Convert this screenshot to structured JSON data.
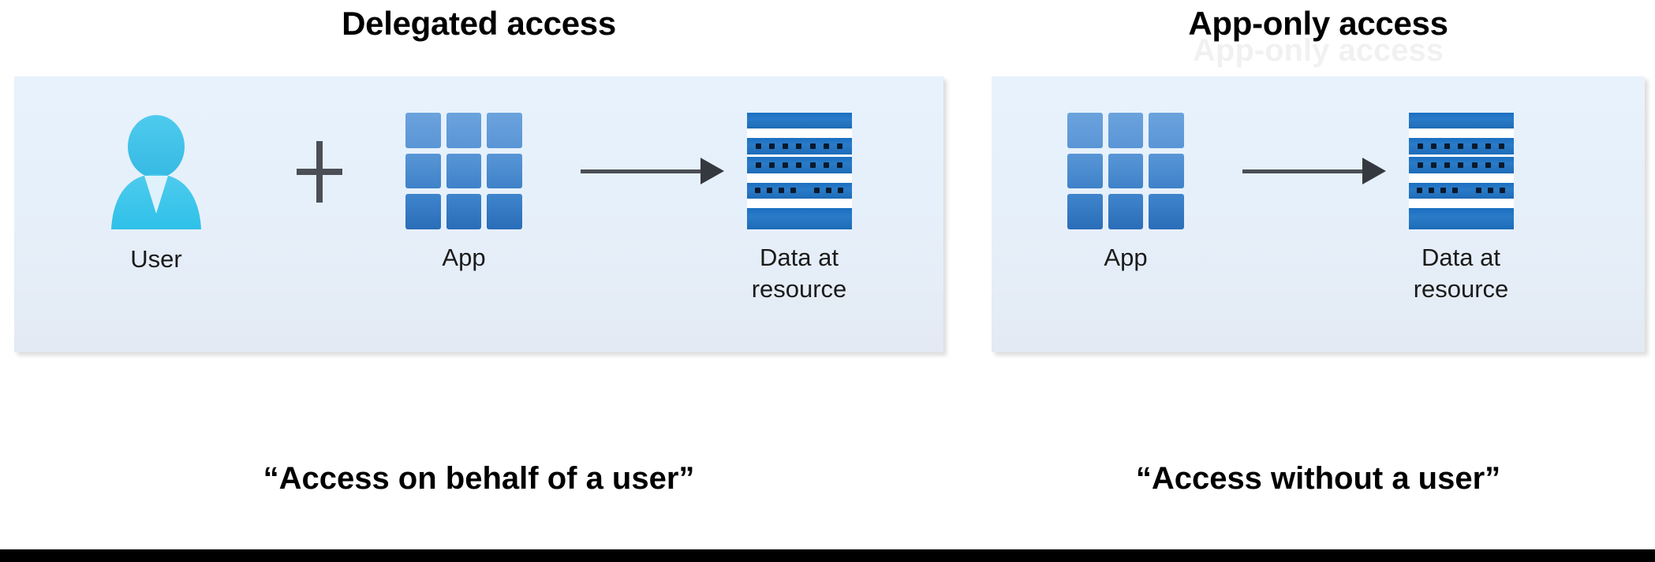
{
  "figure": {
    "bottom_bar_color": "#000000",
    "background_color": "#ffffff"
  },
  "columns": [
    {
      "id": "delegated",
      "title": "Delegated access",
      "caption": "“Access on behalf of a user”",
      "panel_color": "#e6f0fa",
      "nodes": [
        {
          "id": "user",
          "icon": "user-icon",
          "label": "User"
        },
        {
          "id": "app",
          "icon": "app-grid-icon",
          "label": "App"
        },
        {
          "id": "data",
          "icon": "data-rack-icon",
          "label": "Data at\nresource"
        }
      ],
      "connectors": [
        {
          "id": "plus",
          "icon": "plus-icon",
          "symbol": "+",
          "between": [
            "user",
            "app"
          ]
        },
        {
          "id": "arrow",
          "icon": "arrow-right-icon",
          "symbol": "→",
          "between": [
            "app",
            "data"
          ]
        }
      ]
    },
    {
      "id": "app-only",
      "title": "App-only access",
      "caption": "“Access without a user”",
      "panel_color": "#e0ecf9",
      "nodes": [
        {
          "id": "app",
          "icon": "app-grid-icon",
          "label": "App"
        },
        {
          "id": "data",
          "icon": "data-rack-icon",
          "label": "Data at\nresource"
        }
      ],
      "connectors": [
        {
          "id": "arrow",
          "icon": "arrow-right-icon",
          "symbol": "→",
          "between": [
            "app",
            "data"
          ]
        }
      ]
    }
  ],
  "colors": {
    "user_icon": "#41c1e8",
    "user_collar": "#dff2fb",
    "app_row1": "#5f9bd9",
    "app_row2": "#4187cd",
    "app_row3": "#2c6fba",
    "data_band": "#1f74c2",
    "data_dot": "#0a1a2e",
    "connector": "#4b4f55",
    "title_text": "#000000",
    "label_text": "#1b1b1b"
  }
}
